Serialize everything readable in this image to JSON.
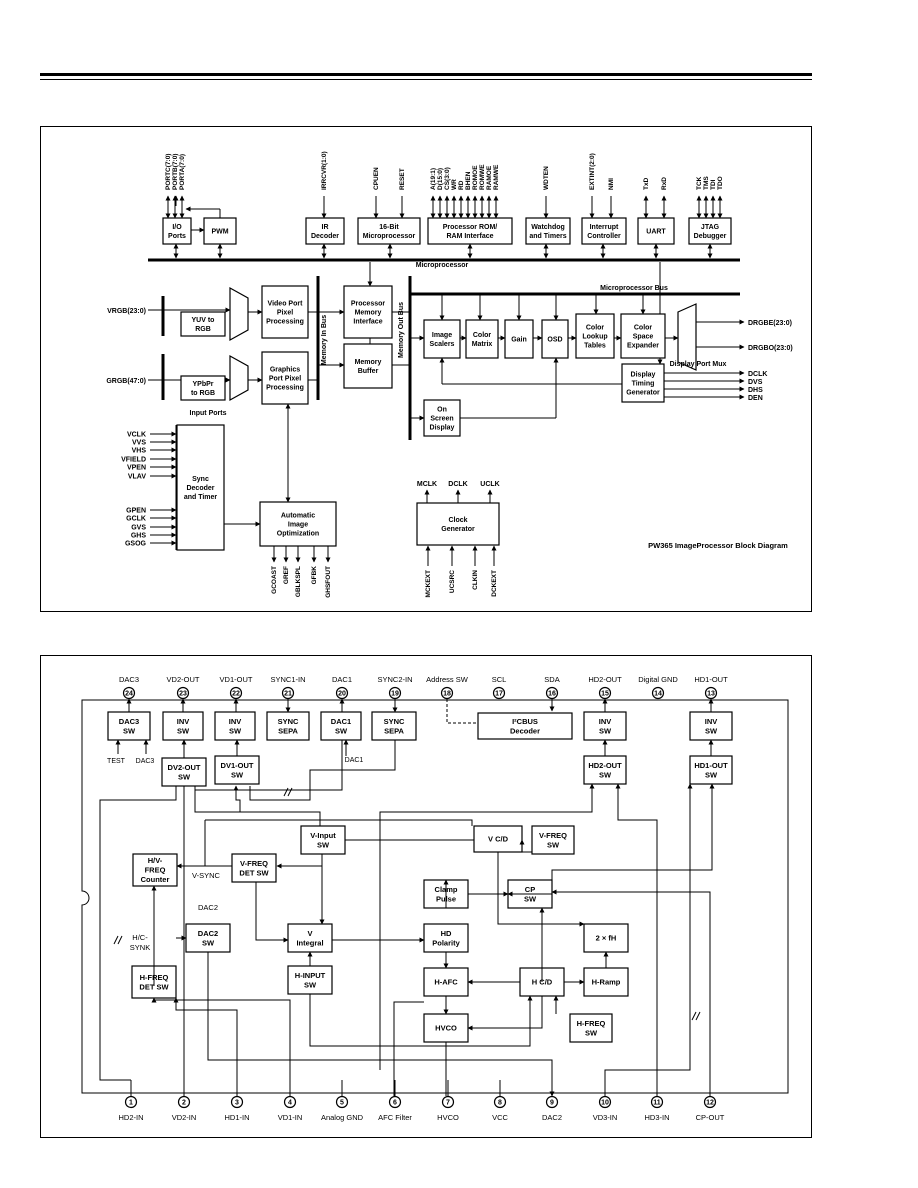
{
  "top_diagram": {
    "caption": "PW365 ImageProcessor Block Diagram",
    "blocks": {
      "io_ports": [
        "I/O",
        "Ports"
      ],
      "pwm": [
        "PWM"
      ],
      "ir_decoder": [
        "IR",
        "Decoder"
      ],
      "cpu": [
        "16-Bit",
        "Microprocessor"
      ],
      "rom_ram": [
        "Processor ROM/",
        "RAM Interface"
      ],
      "watchdog": [
        "Watchdog",
        "and Timers"
      ],
      "interrupt": [
        "Interrupt",
        "Controller"
      ],
      "uart": [
        "UART"
      ],
      "jtag": [
        "JTAG",
        "Debugger"
      ],
      "yuv_rgb": [
        "YUV to",
        "RGB"
      ],
      "ypbpr_rgb": [
        "YPbPr",
        "to RGB"
      ],
      "video_port": [
        "Video Port",
        "Pixel",
        "Processing"
      ],
      "graphics_port": [
        "Graphics",
        "Port Pixel",
        "Processing"
      ],
      "proc_mem": [
        "Processor",
        "Memory",
        "Interface"
      ],
      "mem_buffer": [
        "Memory",
        "Buffer"
      ],
      "image_scalers": [
        "Image",
        "Scalers"
      ],
      "color_matrix": [
        "Color",
        "Matrix"
      ],
      "gain": [
        "Gain"
      ],
      "osd": [
        "OSD"
      ],
      "lookup": [
        "Color",
        "Lookup",
        "Tables"
      ],
      "space_exp": [
        "Color",
        "Space",
        "Expander"
      ],
      "onscreen": [
        "On",
        "Screen",
        "Display"
      ],
      "timing": [
        "Display",
        "Timing",
        "Generator"
      ],
      "sync_dec": [
        "Sync",
        "Decoder",
        "and Timer"
      ],
      "auto_img": [
        "Automatic",
        "Image",
        "Optimization"
      ],
      "clock_gen": [
        "Clock",
        "Generator"
      ]
    },
    "labels": {
      "microprocessor": "Microprocessor",
      "microprocessor_bus": "Microprocessor Bus",
      "memory_in_bus": "Memory In Bus",
      "memory_out_bus": "Memory Out Bus",
      "input_ports": "Input Ports",
      "display_port_mux": "Display Port Mux",
      "vrgb": "VRGB(23:0)",
      "grgb": "GRGB(47:0)",
      "drgbe": "DRGBE(23:0)",
      "drgbo": "DRGBO(23:0)"
    },
    "top_signals": {
      "ports": [
        "PORTC(7:0)",
        "PORTB(7:0)",
        "PORTA(7:0)"
      ],
      "ir": [
        "IRRCVR(1:0)"
      ],
      "cpu": [
        "CPUEN",
        "RESET"
      ],
      "rom": [
        "A(19:1)",
        "D(15:0)",
        "CS(3:0)",
        "WR",
        "RD",
        "BHEN",
        "ROMOE",
        "ROMWE",
        "RAMOE",
        "RAMWE"
      ],
      "wd": [
        "WDTEN"
      ],
      "int": [
        "EXTINT(2:0)",
        "NMI"
      ],
      "uart": [
        "TxD",
        "RxD"
      ],
      "jtag": [
        "TCK",
        "TMS",
        "TDI",
        "TDO"
      ]
    },
    "sync_inputs": [
      "VCLK",
      "VVS",
      "VHS",
      "VFIELD",
      "VPEN",
      "VLAV",
      "GPEN",
      "GCLK",
      "GVS",
      "GHS",
      "GSOG"
    ],
    "bottom_auto": [
      "GCOAST",
      "GREF",
      "GBLKSPL",
      "GFBK",
      "GHSFOUT"
    ],
    "bottom_clock": [
      "MCKEXT",
      "UCSRC",
      "CLKIN",
      "DCKEXT"
    ],
    "clock_outputs": [
      "MCLK",
      "DCLK",
      "UCLK"
    ],
    "timing_outputs": [
      "DCLK",
      "DVS",
      "DHS",
      "DEN"
    ]
  },
  "bottom_diagram": {
    "top_pins": [
      {
        "num": "24",
        "label": "DAC3"
      },
      {
        "num": "23",
        "label": "VD2-OUT"
      },
      {
        "num": "22",
        "label": "VD1-OUT"
      },
      {
        "num": "21",
        "label": "SYNC1-IN"
      },
      {
        "num": "20",
        "label": "DAC1"
      },
      {
        "num": "19",
        "label": "SYNC2-IN"
      },
      {
        "num": "18",
        "label": "Address SW"
      },
      {
        "num": "17",
        "label": "SCL"
      },
      {
        "num": "16",
        "label": "SDA"
      },
      {
        "num": "15",
        "label": "HD2-OUT"
      },
      {
        "num": "14",
        "label": "Digital GND"
      },
      {
        "num": "13",
        "label": "HD1-OUT"
      }
    ],
    "bottom_pins": [
      {
        "num": "1",
        "label": "HD2-IN"
      },
      {
        "num": "2",
        "label": "VD2-IN"
      },
      {
        "num": "3",
        "label": "HD1-IN"
      },
      {
        "num": "4",
        "label": "VD1-IN"
      },
      {
        "num": "5",
        "label": "Analog GND"
      },
      {
        "num": "6",
        "label": "AFC Filter"
      },
      {
        "num": "7",
        "label": "HVCO"
      },
      {
        "num": "8",
        "label": "VCC"
      },
      {
        "num": "9",
        "label": "DAC2"
      },
      {
        "num": "10",
        "label": "VD3-IN"
      },
      {
        "num": "11",
        "label": "HD3-IN"
      },
      {
        "num": "12",
        "label": "CP-OUT"
      }
    ],
    "blocks": {
      "dac3sw": [
        "DAC3",
        "SW"
      ],
      "inv23": [
        "INV",
        "SW"
      ],
      "inv22": [
        "INV",
        "SW"
      ],
      "sync21": [
        "SYNC",
        "SEPA"
      ],
      "dac1sw": [
        "DAC1",
        "SW"
      ],
      "sync19": [
        "SYNC",
        "SEPA"
      ],
      "i2c": [
        "I²CBUS",
        "Decoder"
      ],
      "inv15": [
        "INV",
        "SW"
      ],
      "inv13": [
        "INV",
        "SW"
      ],
      "dv2out": [
        "DV2-OUT",
        "SW"
      ],
      "dv1out": [
        "DV1-OUT",
        "SW"
      ],
      "hd2out": [
        "HD2-OUT",
        "SW"
      ],
      "hd1out": [
        "HD1-OUT",
        "SW"
      ],
      "vinput": [
        "V-Input",
        "SW"
      ],
      "vcd": [
        "V C/D"
      ],
      "vfreq": [
        "V-FREQ",
        "SW"
      ],
      "hvcounter": [
        "H/V-",
        "FREQ",
        "Counter"
      ],
      "vfreqdet": [
        "V-FREQ",
        "DET SW"
      ],
      "clamp": [
        "Clamp",
        "Pulse"
      ],
      "cpsw": [
        "CP",
        "SW"
      ],
      "dac2sw": [
        "DAC2",
        "SW"
      ],
      "vintegral": [
        "V",
        "Integral"
      ],
      "hdpol": [
        "HD",
        "Polarity"
      ],
      "twofh": [
        "2 × fH"
      ],
      "hfreqdet": [
        "H-FREQ",
        "DET SW"
      ],
      "hinput": [
        "H-INPUT",
        "SW"
      ],
      "hafc": [
        "H-AFC"
      ],
      "hcd": [
        "H C/D"
      ],
      "hramp": [
        "H-Ramp"
      ],
      "hvco": [
        "HVCO"
      ],
      "hfreqsw": [
        "H-FREQ",
        "SW"
      ]
    },
    "labels": {
      "test": "TEST",
      "dac3_in": "DAC3",
      "dac1_in": "DAC1",
      "vsync": "V-SYNC",
      "dac2": "DAC2",
      "hcsynk": [
        "H/C-",
        "SYNK"
      ]
    }
  }
}
